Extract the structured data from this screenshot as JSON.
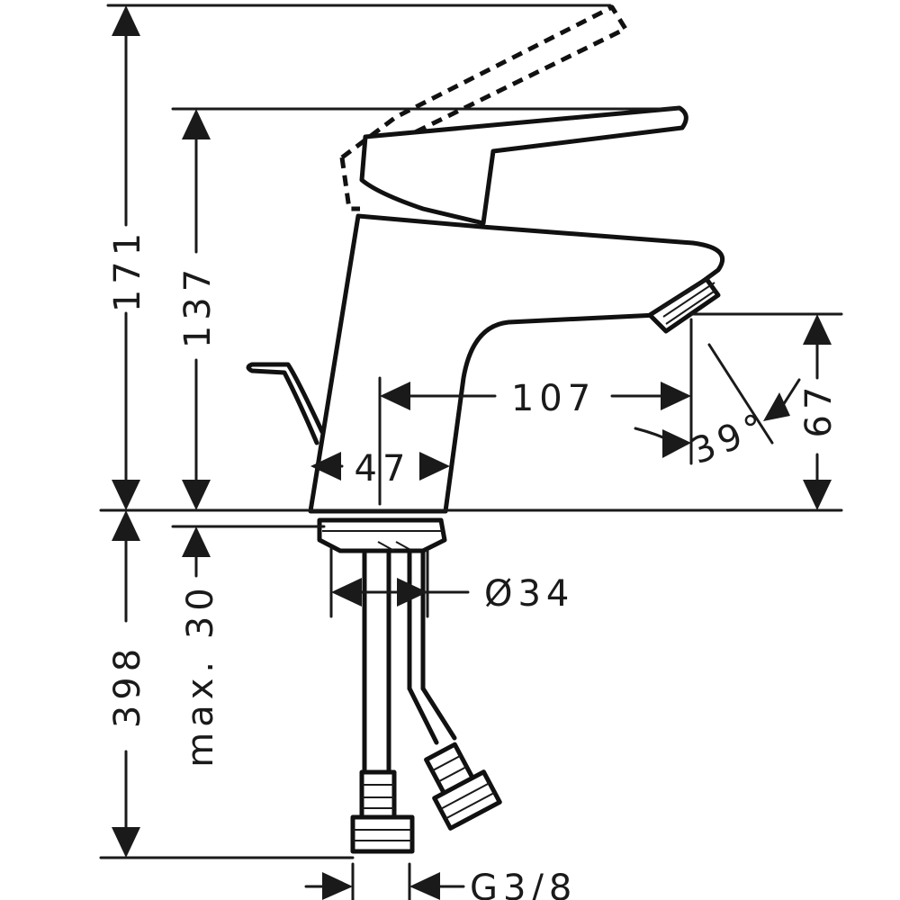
{
  "drawing": {
    "dimensions": {
      "overall_height": "171",
      "spout_height": "137",
      "spout_reach": "107",
      "base_width": "47",
      "aerator_height": "67",
      "spray_angle": "39°",
      "hose_length": "398",
      "max_counter_thickness": "max. 30",
      "hole_diameter": "Ø34",
      "connection_thread": "G3/8"
    }
  }
}
